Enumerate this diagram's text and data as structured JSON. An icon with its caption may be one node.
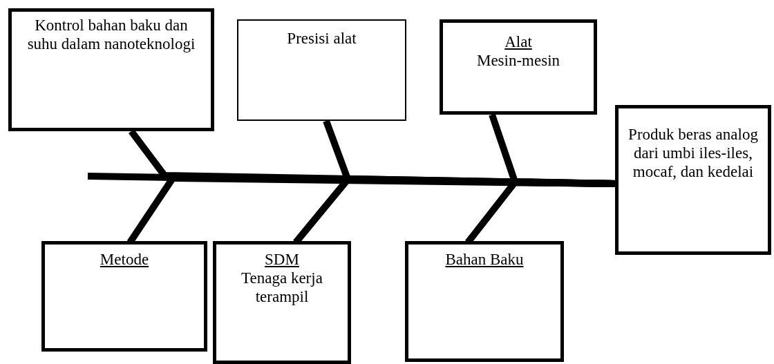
{
  "diagram": {
    "nodes": [
      {
        "text": [
          "Kontrol bahan baku dan suhu dalam nanoteknologi"
        ]
      },
      {
        "text": [
          "Presisi alat"
        ]
      },
      {
        "text": [
          "Alat",
          "Mesin-mesin"
        ]
      },
      {
        "text": [
          "Produk beras analog dari umbi iles-iles, mocaf,  dan kedelai"
        ]
      },
      {
        "text": [
          "Metode"
        ]
      },
      {
        "text": [
          "SDM",
          "Tenaga kerja terampil"
        ]
      },
      {
        "text": [
          "Bahan Baku"
        ]
      }
    ],
    "edges": [
      {
        "from": 0,
        "to": 3,
        "arrow": "none"
      },
      {
        "from": 1,
        "to": 3,
        "arrow": "none"
      },
      {
        "from": 2,
        "to": 3,
        "arrow": "none"
      },
      {
        "from": 4,
        "to": 3,
        "arrow": "none"
      },
      {
        "from": 5,
        "to": 3,
        "arrow": "none"
      },
      {
        "from": 6,
        "to": 3,
        "arrow": "none"
      }
    ]
  }
}
